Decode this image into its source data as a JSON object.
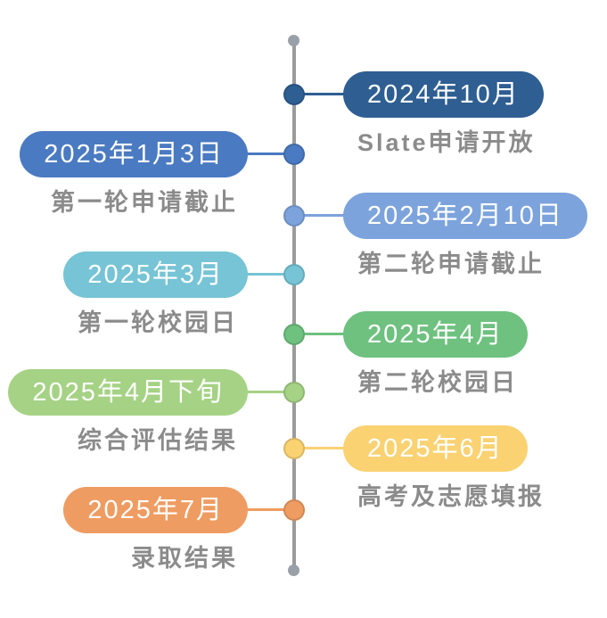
{
  "timeline": {
    "line_color": "#9b9b9b",
    "endpoint_color": "#9aa0a8",
    "date_text_color": "#ffffff",
    "label_color": "#8b8b8b",
    "items": [
      {
        "date": "2024年10月",
        "label": "Slate申请开放",
        "color": "#2e5e92",
        "side": "right"
      },
      {
        "date": "2025年1月3日",
        "label": "第一轮申请截止",
        "color": "#4a7ac1",
        "side": "left"
      },
      {
        "date": "2025年2月10日",
        "label": "第二轮申请截止",
        "color": "#7ca3dc",
        "side": "right"
      },
      {
        "date": "2025年3月",
        "label": "第一轮校园日",
        "color": "#76c4d5",
        "side": "left"
      },
      {
        "date": "2025年4月",
        "label": "第二轮校园日",
        "color": "#6ec17f",
        "side": "right"
      },
      {
        "date": "2025年4月下旬",
        "label": "综合评估结果",
        "color": "#a5d284",
        "side": "left"
      },
      {
        "date": "2025年6月",
        "label": "高考及志愿填报",
        "color": "#fad272",
        "side": "right"
      },
      {
        "date": "2025年7月",
        "label": "录取结果",
        "color": "#ef9c62",
        "side": "left"
      }
    ]
  }
}
